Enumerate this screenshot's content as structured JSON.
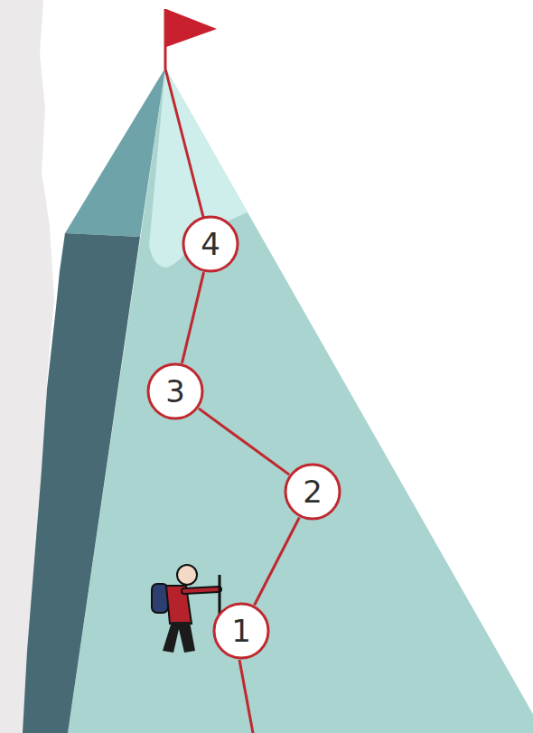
{
  "diagram": {
    "nodes": [
      {
        "text": [
          "1"
        ]
      },
      {
        "text": [
          "2"
        ]
      },
      {
        "text": [
          "3"
        ]
      },
      {
        "text": [
          "4"
        ]
      }
    ],
    "edges": [
      {
        "from": 0,
        "to": 1,
        "arrow": "none"
      },
      {
        "from": 1,
        "to": 2,
        "arrow": "none"
      },
      {
        "from": 2,
        "to": 3,
        "arrow": "none"
      }
    ]
  }
}
